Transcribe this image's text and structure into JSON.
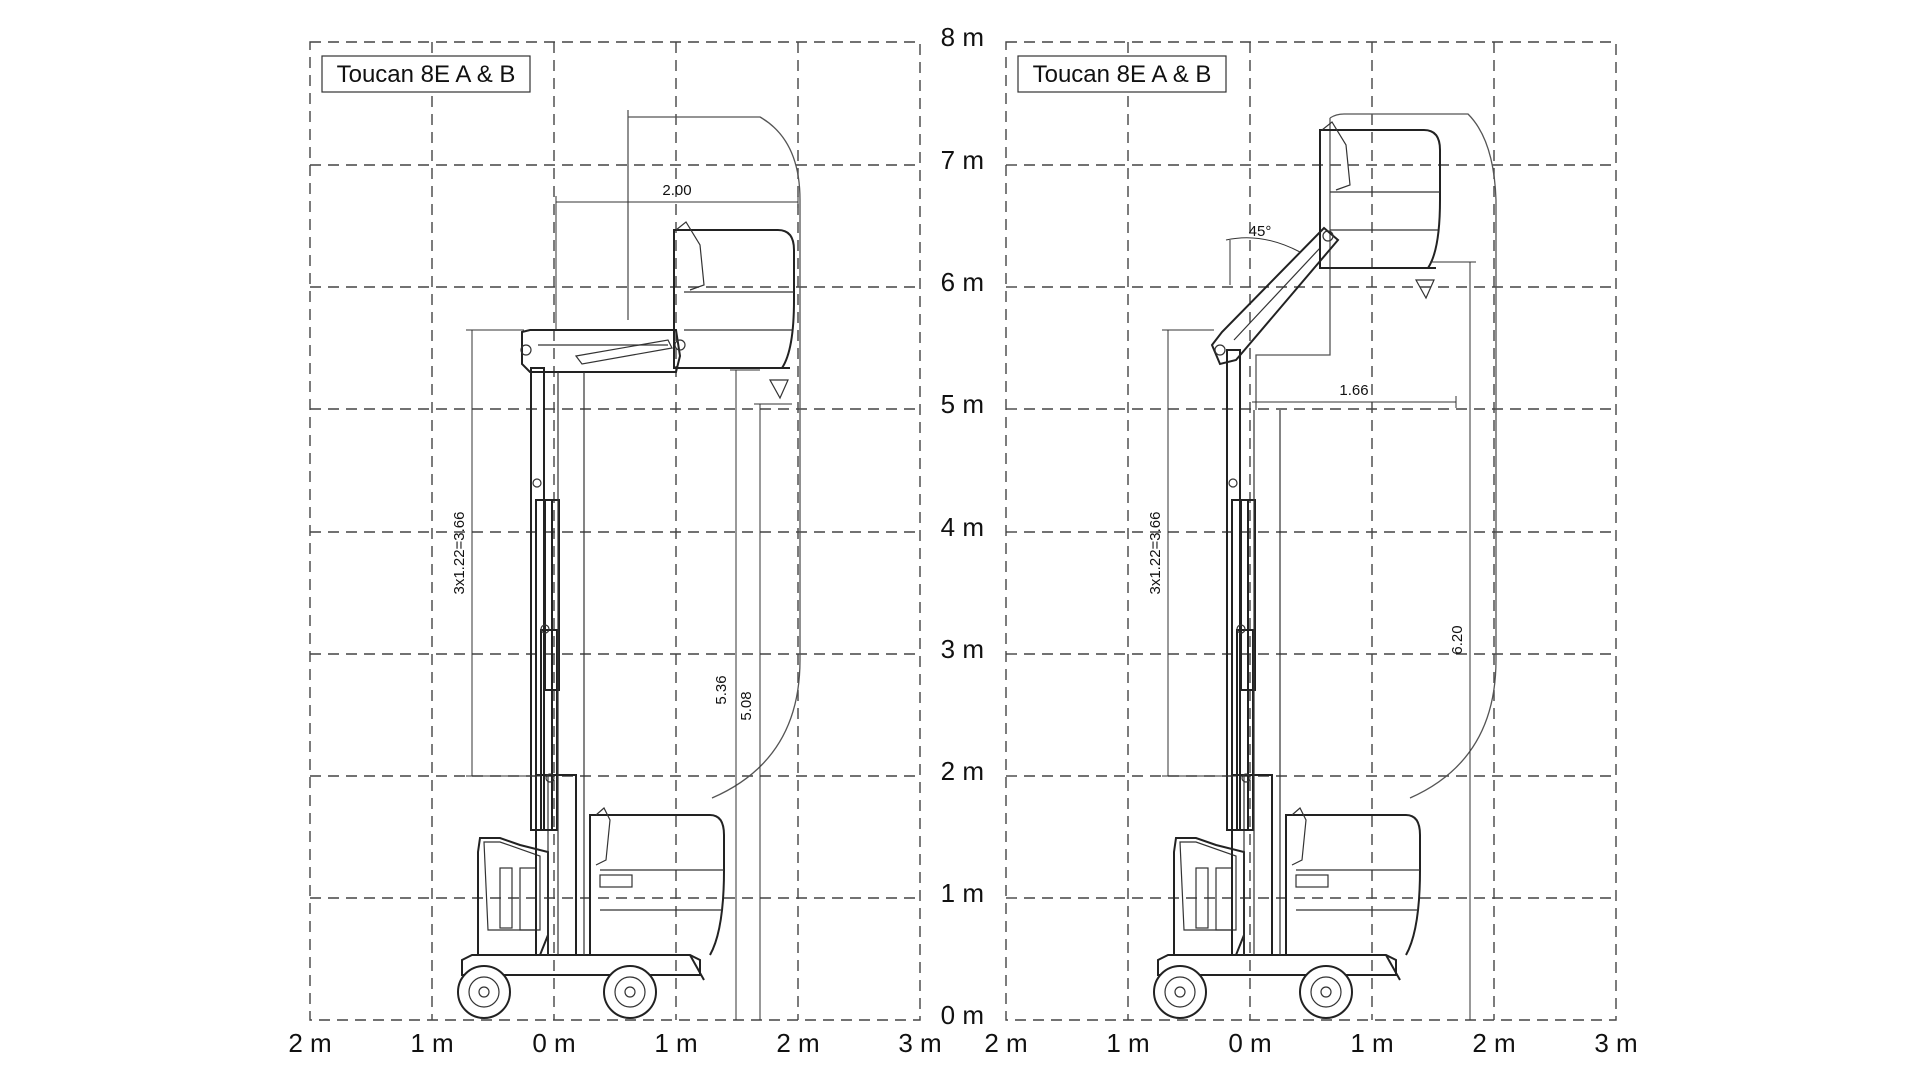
{
  "diagram": {
    "x_axis_labels": [
      "2 m",
      "1 m",
      "0 m",
      "1 m",
      "2 m",
      "3 m"
    ],
    "y_axis_labels": [
      "8 m",
      "7 m",
      "6 m",
      "5 m",
      "4 m",
      "3 m",
      "2 m",
      "1 m",
      "0 m"
    ],
    "panels": [
      {
        "title": "Toucan 8E A & B",
        "dim_outreach": "2.00",
        "dim_mast": "3x1.22=3.66",
        "dim_height_a": "5.36",
        "dim_height_b": "5.08"
      },
      {
        "title": "Toucan 8E A & B",
        "dim_outreach": "1.66",
        "dim_mast": "3x1.22=3.66",
        "dim_height": "6.20",
        "dim_angle": "45°"
      }
    ]
  }
}
